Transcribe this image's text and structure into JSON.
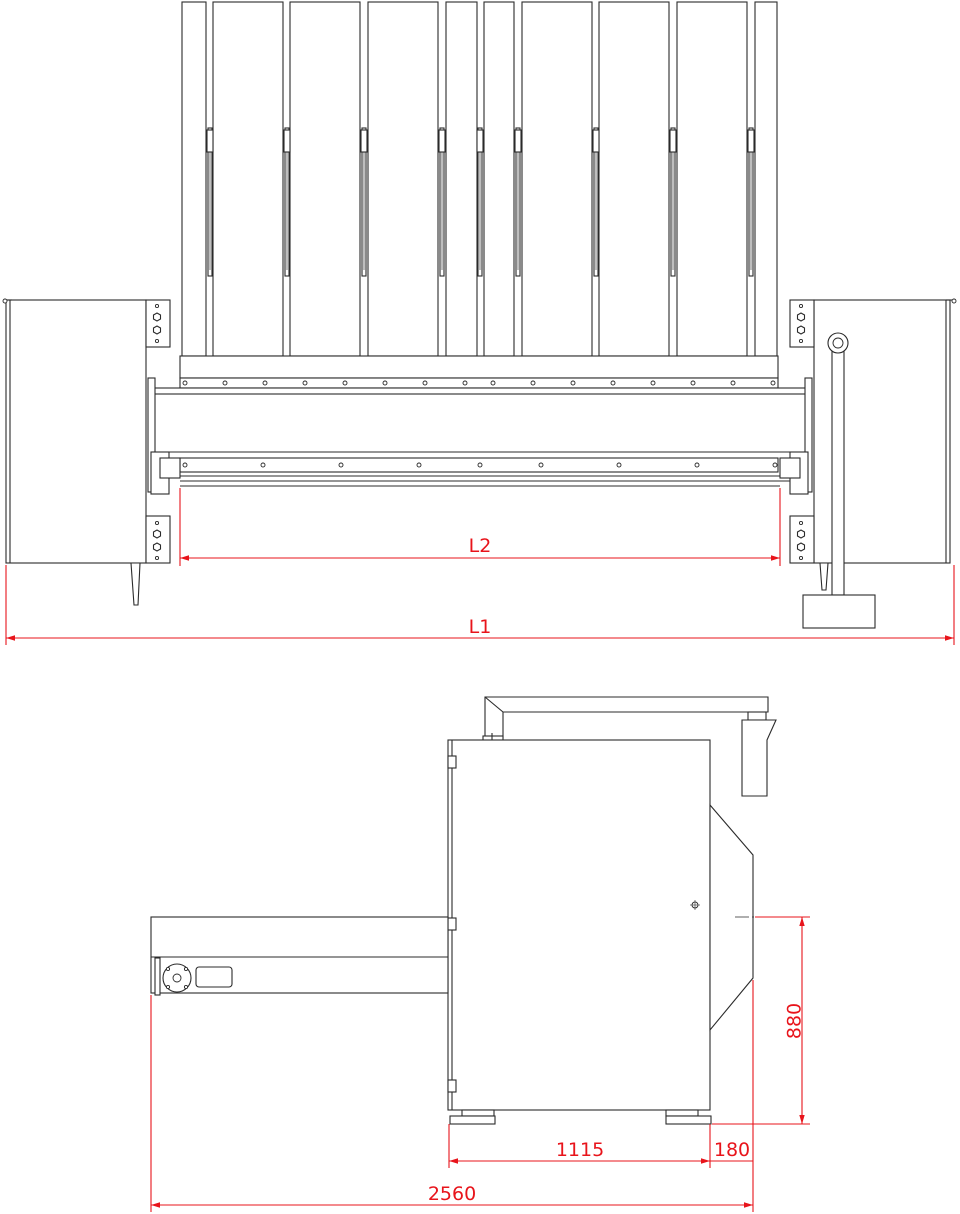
{
  "drawing": {
    "front_view": {
      "dimensions": {
        "overall_length": "L1",
        "inner_length": "L2"
      }
    },
    "side_view": {
      "dimensions": {
        "overall_depth": "2560",
        "body_depth": "1115",
        "hood_offset": "180",
        "height_to_center": "880"
      }
    },
    "colors": {
      "outline": "#2b2b2b",
      "dimension": "#e8141b",
      "background": "#ffffff"
    }
  }
}
